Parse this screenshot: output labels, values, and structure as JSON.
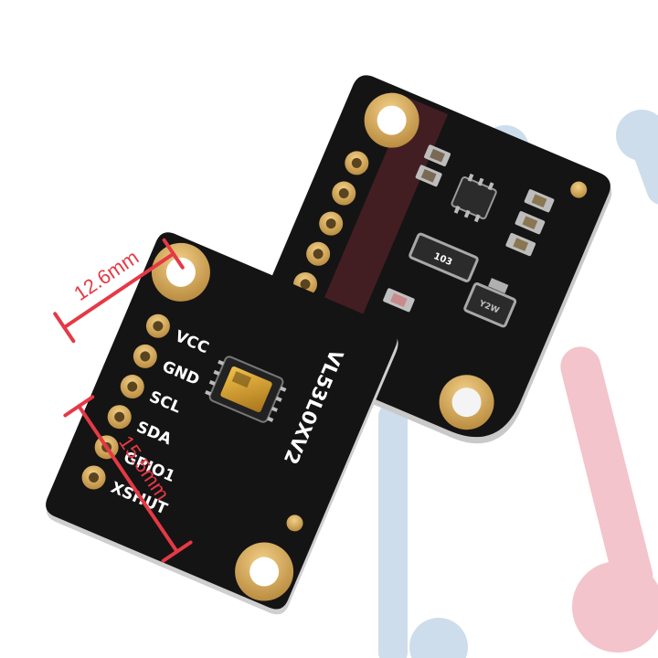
{
  "colors": {
    "background": "#ffffff",
    "pcb": "#141414",
    "pad_gold": "#d9a95a",
    "dimension_red": "#e53945",
    "trace_red": "#f0b6bf",
    "trace_blue": "#bcd2e6",
    "silkscreen": "#ffffff"
  },
  "front_board": {
    "model_label": "VL53L0XV2",
    "pins": [
      "VCC",
      "GND",
      "SCL",
      "SDA",
      "GPIO1",
      "XSHUT"
    ]
  },
  "back_board": {
    "component_marks": [
      "103",
      "Y2W"
    ]
  },
  "dimensions": {
    "width": "12.6mm",
    "height": "15.5mm"
  }
}
